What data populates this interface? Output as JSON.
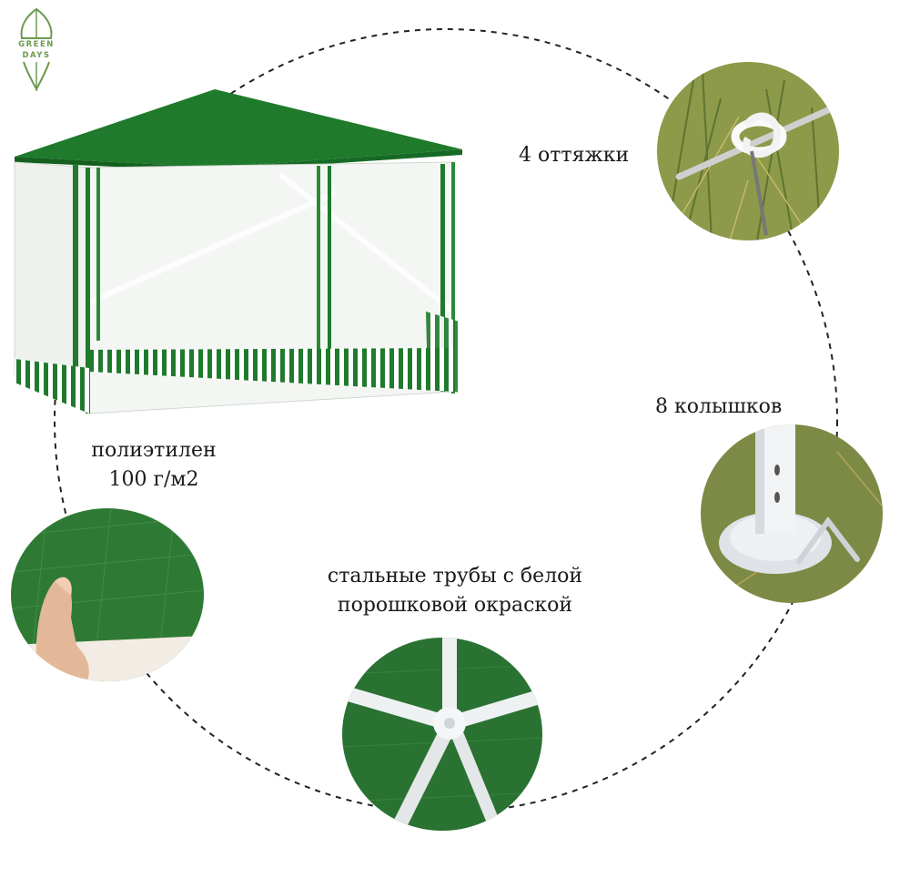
{
  "brand": {
    "logo_line1": "GREEN",
    "logo_line2": "DAYS",
    "color": "#6d9a50"
  },
  "captions": {
    "guy_ropes": "4 оттяжки",
    "pegs": "8 колышков",
    "material_line1": "полиэтилен",
    "material_line2": "100 г/м2",
    "frame_line1": "стальные трубы с белой",
    "frame_line2": "порошковой окраской"
  },
  "colors": {
    "tent_green": "#1f7a2c",
    "tent_dark_green": "#15601f",
    "mesh_white": "#f4f6f4",
    "grass": "#8c9a4a",
    "dashed_circle": "#222222"
  },
  "icons": [
    "leaf-logo-icon"
  ]
}
